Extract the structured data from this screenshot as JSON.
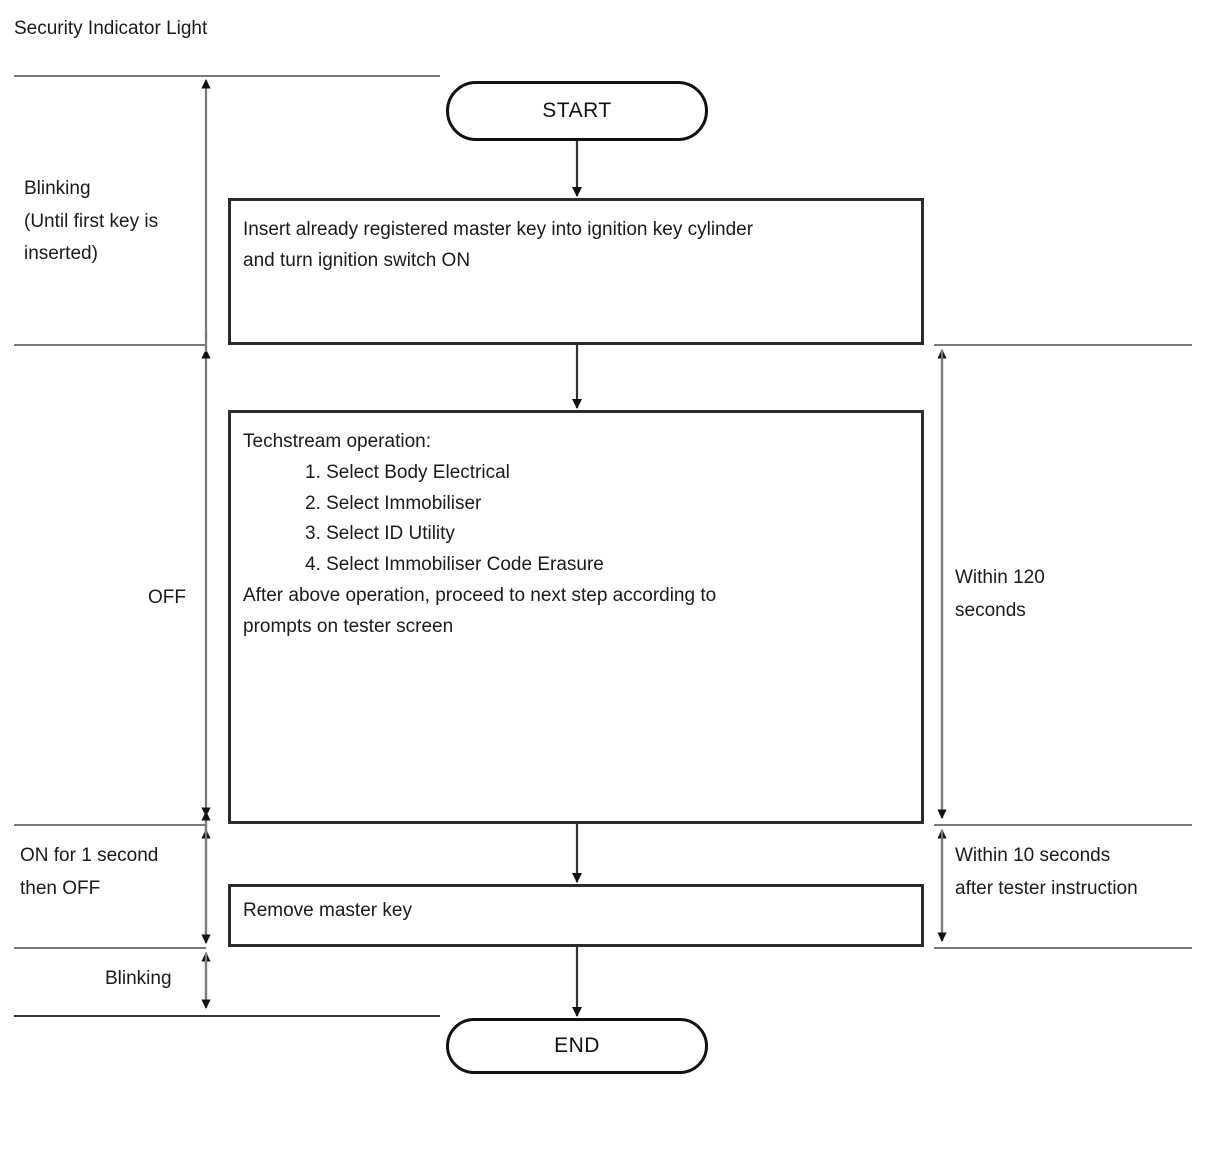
{
  "diagram": {
    "title": "Security Indicator Light",
    "nodes": {
      "start": {
        "label": "START",
        "shape": "terminal"
      },
      "step1": {
        "shape": "process",
        "lines": [
          "Insert already registered master key into ignition key cylinder",
          "and turn ignition switch ON"
        ]
      },
      "step2": {
        "shape": "process",
        "heading": "Techstream operation:",
        "steps": [
          "1. Select Body Electrical",
          "2. Select Immobiliser",
          "3. Select ID Utility",
          "4. Select Immobiliser Code Erasure"
        ],
        "trailing": [
          "After above operation, proceed to next step according to",
          "prompts on tester screen"
        ]
      },
      "step3": {
        "shape": "process",
        "lines": [
          "Remove master key"
        ]
      },
      "end": {
        "label": "END",
        "shape": "terminal"
      }
    },
    "left_annotations": [
      {
        "id": "blinking-first-key",
        "lines": [
          "Blinking",
          "(Until first key is",
          "inserted)"
        ]
      },
      {
        "id": "off",
        "lines": [
          "OFF"
        ]
      },
      {
        "id": "on-then-off",
        "lines": [
          "ON for 1 second",
          "then OFF"
        ]
      },
      {
        "id": "blinking-end",
        "lines": [
          "Blinking"
        ]
      }
    ],
    "right_annotations": [
      {
        "id": "within-120-seconds",
        "lines": [
          "Within 120",
          "seconds"
        ]
      },
      {
        "id": "within-10-seconds",
        "lines": [
          "Within 10 seconds",
          "after tester instruction"
        ]
      }
    ],
    "colors": {
      "stroke": "#111111",
      "box_border": "#2b2b2b",
      "divider": "#7a7a7a",
      "divider_dark": "#333333",
      "text": "#1a1a1a",
      "background": "#ffffff"
    }
  }
}
